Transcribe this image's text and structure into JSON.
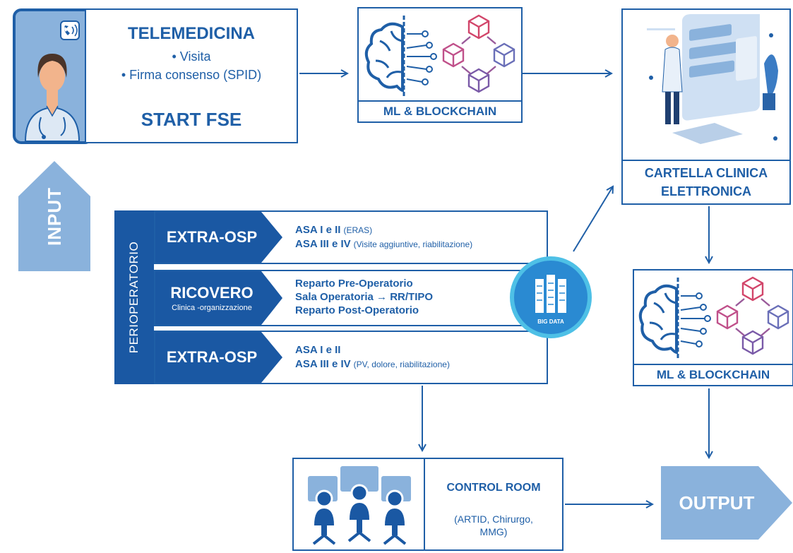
{
  "telemedicina": {
    "title": "TELEMEDICINA",
    "bullets": [
      "• Visita",
      "• Firma consenso (SPID)"
    ],
    "start": "START FSE"
  },
  "input_label": "INPUT",
  "ml_top": {
    "label": "ML & BLOCKCHAIN"
  },
  "ml_right": {
    "label": "ML & BLOCKCHAIN"
  },
  "cartella": {
    "line1": "CARTELLA CLINICA",
    "line2": "ELETTRONICA"
  },
  "perioperatorio": {
    "label": "PERIOPERATORIO",
    "rows": [
      {
        "tag": "EXTRA-OSP",
        "tag_sub": "",
        "lines": [
          {
            "bold": "ASA I e II",
            "small": "(ERAS)"
          },
          {
            "bold": "ASA III e IV",
            "small": "(Visite aggiuntive, riabilitazione)"
          }
        ]
      },
      {
        "tag": "RICOVERO",
        "tag_sub": "Clinica -organizzazione",
        "lines": [
          {
            "bold": "Reparto Pre-Operatorio",
            "small": ""
          },
          {
            "bold": "Sala Operatoria  →  RR/TIPO",
            "small": ""
          },
          {
            "bold": "Reparto Post-Operatorio",
            "small": ""
          }
        ]
      },
      {
        "tag": "EXTRA-OSP",
        "tag_sub": "",
        "lines": [
          {
            "bold": "ASA I e II",
            "small": ""
          },
          {
            "bold": "ASA III e IV",
            "small": "(PV, dolore, riabilitazione)"
          }
        ]
      }
    ]
  },
  "big_data": {
    "label": "BIG DATA"
  },
  "control_room": {
    "title": "CONTROL ROOM",
    "sub": "(ARTID, Chirurgo, MMG)"
  },
  "output_label": "OUTPUT",
  "colors": {
    "primary": "#1f5fa7",
    "dark": "#1a58a3",
    "light_blue": "#8ab2dc",
    "big_data": "#2a8ad2"
  }
}
